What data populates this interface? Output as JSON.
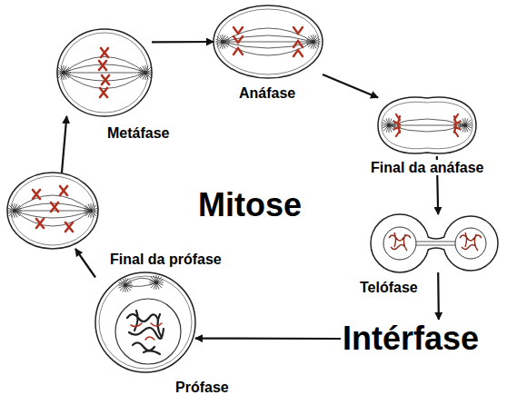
{
  "diagram": {
    "nodes": [
      {
        "text": [
          "Metáfase"
        ]
      },
      {
        "text": [
          "Anáfase"
        ]
      },
      {
        "text": [
          "Final da anáfase"
        ]
      },
      {
        "text": [
          "Final da prófase"
        ]
      },
      {
        "text": [
          "Telófase"
        ]
      },
      {
        "text": [
          "Intérfase"
        ]
      },
      {
        "text": [
          "Prófase"
        ]
      }
    ],
    "edges": [
      {
        "from": 0,
        "to": 1,
        "arrow": "to"
      },
      {
        "from": 1,
        "to": 2,
        "arrow": "to"
      },
      {
        "from": 2,
        "to": 4,
        "arrow": "to"
      },
      {
        "from": 4,
        "to": 5,
        "arrow": "to"
      },
      {
        "from": 5,
        "to": 6,
        "arrow": "to"
      },
      {
        "from": 6,
        "to": 3,
        "arrow": "to"
      },
      {
        "from": 3,
        "to": 0,
        "arrow": "to"
      }
    ],
    "labels": [
      "Mitose"
    ]
  }
}
